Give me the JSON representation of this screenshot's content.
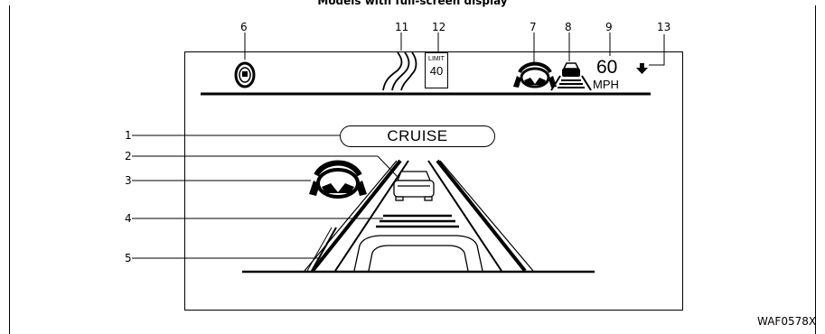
{
  "figure": {
    "title": "Models with full-screen display",
    "figure_id": "WAF0578X"
  },
  "callouts": {
    "c1": "1",
    "c2": "2",
    "c3": "3",
    "c4": "4",
    "c5": "5",
    "c6": "6",
    "c7": "7",
    "c8": "8",
    "c9": "9",
    "c11": "11",
    "c12": "12",
    "c13": "13"
  },
  "display": {
    "cruise_label": "CRUISE",
    "speed_sign_top": "LIMIT",
    "speed_sign_value": "40",
    "set_speed_value": "60",
    "set_speed_unit": "MPH"
  },
  "icons": {
    "c6": "system-status-icon",
    "c11": "road-curve-icon",
    "c12": "speed-limit-sign-icon",
    "c7": "steering-assist-icon",
    "c8": "vehicle-ahead-distance-icon",
    "c13": "speed-down-arrow-icon",
    "c3": "steering-wheel-icon",
    "c2": "lead-vehicle-icon",
    "c4": "distance-bars-icon",
    "c5": "lane-marker-icon"
  }
}
